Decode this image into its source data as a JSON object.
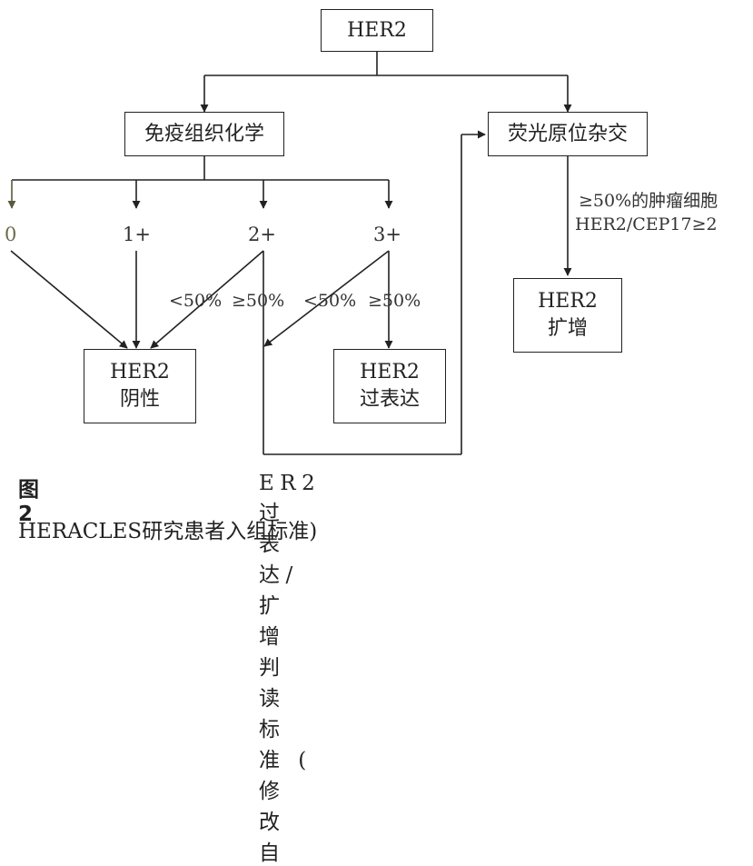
{
  "nodes": {
    "root": "HER2",
    "ihc": "免疫组织化学",
    "fish": "荧光原位杂交",
    "neg": [
      "HER2",
      "阴性"
    ],
    "over": [
      "HER2",
      "过表达"
    ],
    "amp": [
      "HER2",
      "扩增"
    ]
  },
  "scores": [
    "0",
    "1+",
    "2+",
    "3+"
  ],
  "thresholds": {
    "s2_low": "<50%",
    "s2_high": "≥50%",
    "s3_low": "<50%",
    "s3_high": "≥50%"
  },
  "fish_criteria": [
    "≥50%的肿瘤细胞",
    "HER2/CEP17≥2"
  ],
  "caption": {
    "figure_label": "图 2",
    "title_line1": "ER2 过 表 达/扩 增 判 读 标 准 ( 修 改 自",
    "title_line2": "HERACLES研究患者入组标准)"
  },
  "colors": {
    "line": "#222222",
    "score_zero": "#6b6b4a"
  }
}
